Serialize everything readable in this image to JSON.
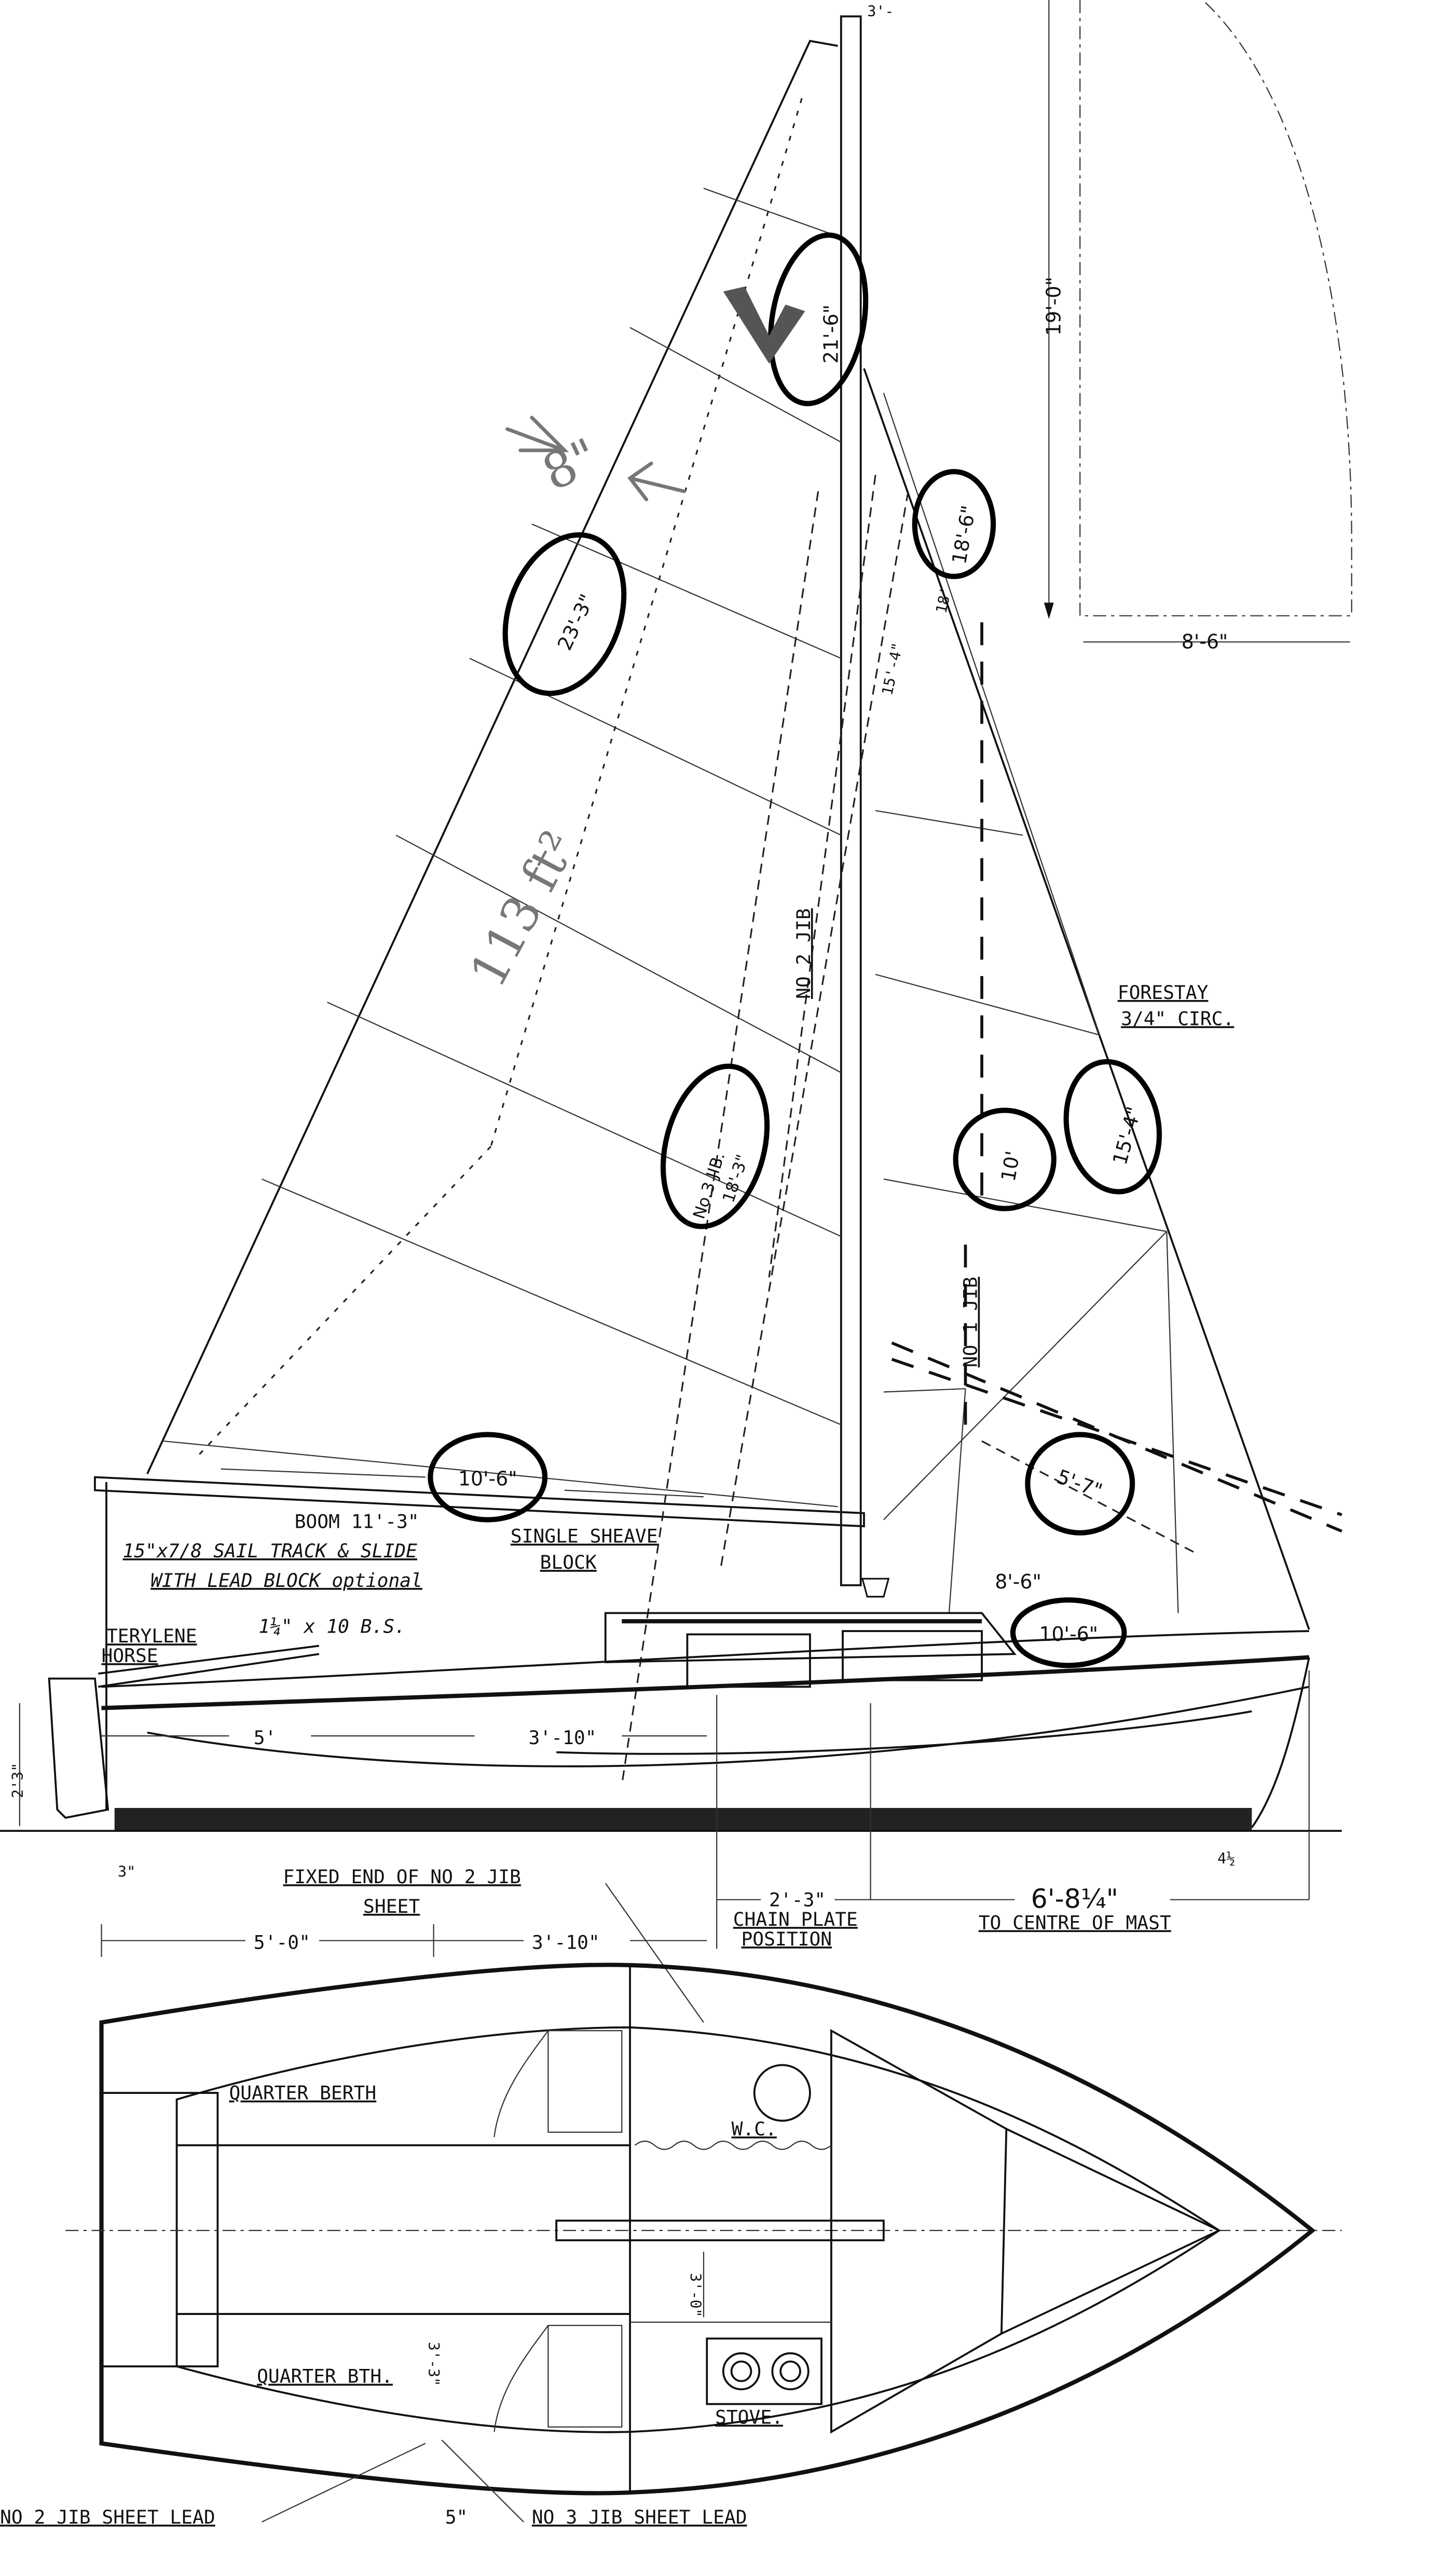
{
  "drawing": {
    "rigging_labels": {
      "forestay": "FORESTAY",
      "forestay_size": "3/4\" CIRC.",
      "no2_jib": "NO 2 JIB",
      "no1_jib": "NO 1 JIB",
      "boom": "BOOM 11'-3\"",
      "sail_track": "15\"x7/8 SAIL TRACK & SLIDE",
      "lead_block": "WITH LEAD BLOCK optional",
      "single_sheave": "SINGLE SHEAVE",
      "block": "BLOCK",
      "terylene": "TERYLENE",
      "horse": "HORSE",
      "bs": "1¼\" x 10 B.S."
    },
    "printed_dimensions": {
      "mast_top": "3'-",
      "height_19": "19'-0\"",
      "width_8_6_top": "8'-6\"",
      "jib_18": "18'",
      "luff_15_4": "15'-4\"",
      "foot_8_6": "8'-6\"",
      "hull_5": "5'",
      "hull_3_10": "3'-10\"",
      "transom_2_3": "2'3\"",
      "aft_3": "3\"",
      "bow_4_half": "4½",
      "plan_5_0": "5'-0\"",
      "plan_3_10": "3'-10\"",
      "chain_2_3": "2'-3\"",
      "mast_6_8": "6'-8¼\"",
      "beam_3_0": "3'-0\"",
      "berth_3_3": "3'-3\"",
      "lead_5": "5\""
    },
    "notes": {
      "fixed_end": "FIXED END OF NO 2 JIB",
      "sheet": "SHEET",
      "chain_plate": "CHAIN PLATE",
      "position": "POSITION",
      "to_centre": "TO CENTRE OF MAST",
      "quarter_berth": "QUARTER BERTH",
      "quarter_bth": "QUARTER BTH.",
      "wc": "W.C.",
      "stove": "STOVE.",
      "no2_lead": "NO 2 JIB SHEET LEAD",
      "no3_lead": "NO 3 JIB SHEET LEAD"
    },
    "handwritten": {
      "c_21_6": "21'-6\"",
      "c_18_6": "18'-6\"",
      "c_23_3": "23'-3\"",
      "c_10_6_boom": "10'-6\"",
      "c_no3_jib": "No.3 JIB.",
      "c_no3_len": "18'-3\"",
      "c_10": "10'",
      "c_15_4": "15'-4\"",
      "c_5_7": "5'-7\"",
      "c_10_6_deck": "10'-6\"",
      "pencil_8": "8\"",
      "pencil_area": "113 ft²"
    }
  }
}
